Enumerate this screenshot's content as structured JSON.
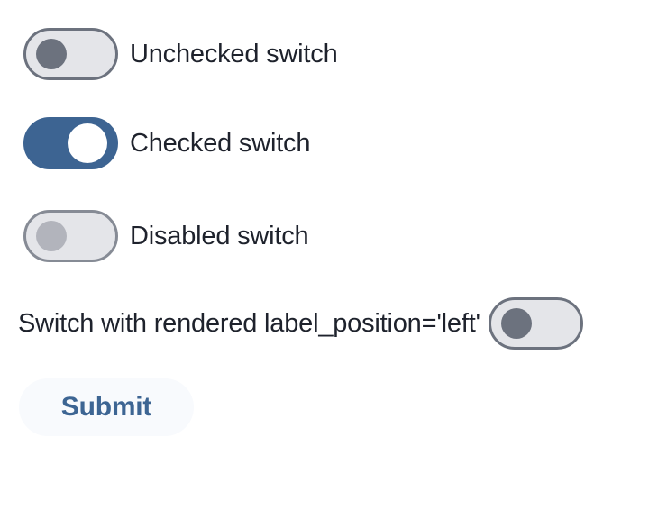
{
  "colors": {
    "track_off": "#e4e5e9",
    "track_on": "#3d6492",
    "border_off": "#6c727e",
    "border_disabled": "#868b95",
    "knob_off": "#6c727e",
    "knob_on": "#ffffff",
    "knob_disabled": "#b2b4bc",
    "label_text": "#1e222c",
    "button_bg": "#f8fafd",
    "button_text": "#3d6593"
  },
  "switches": [
    {
      "label": "Unchecked switch",
      "state": "unchecked",
      "label_position": "right"
    },
    {
      "label": "Checked switch",
      "state": "checked",
      "label_position": "right"
    },
    {
      "label": "Disabled switch",
      "state": "disabled",
      "label_position": "right"
    },
    {
      "label": "Switch with rendered label_position='left'",
      "state": "unchecked",
      "label_position": "left"
    }
  ],
  "submit_button": {
    "label": "Submit"
  }
}
